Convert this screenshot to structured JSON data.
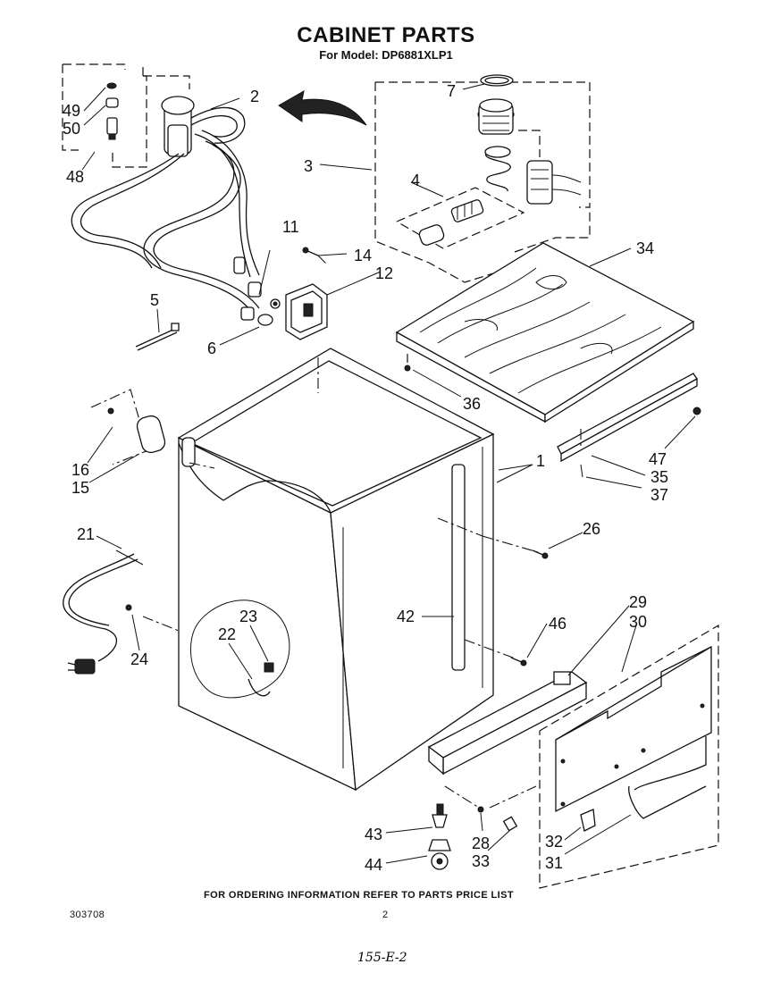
{
  "title": "CABINET PARTS",
  "subtitle": "For Model: DP6881XLP1",
  "footer": {
    "ordering_note": "FOR ORDERING INFORMATION REFER TO PARTS PRICE LIST",
    "diagram_number": "303708",
    "page_number": "2",
    "handwritten_code": "155-E-2"
  },
  "callouts": {
    "c1": "1",
    "c2": "2",
    "c3": "3",
    "c4": "4",
    "c5": "5",
    "c6": "6",
    "c7": "7",
    "c11": "11",
    "c12": "12",
    "c14": "14",
    "c15": "15",
    "c16": "16",
    "c21": "21",
    "c22": "22",
    "c23": "23",
    "c24": "24",
    "c26": "26",
    "c28": "28",
    "c29": "29",
    "c30": "30",
    "c31": "31",
    "c32": "32",
    "c33": "33",
    "c34": "34",
    "c35": "35",
    "c36": "36",
    "c37": "37",
    "c42": "42",
    "c43": "43",
    "c44": "44",
    "c46": "46",
    "c47": "47",
    "c48": "48",
    "c49": "49",
    "c50": "50"
  }
}
